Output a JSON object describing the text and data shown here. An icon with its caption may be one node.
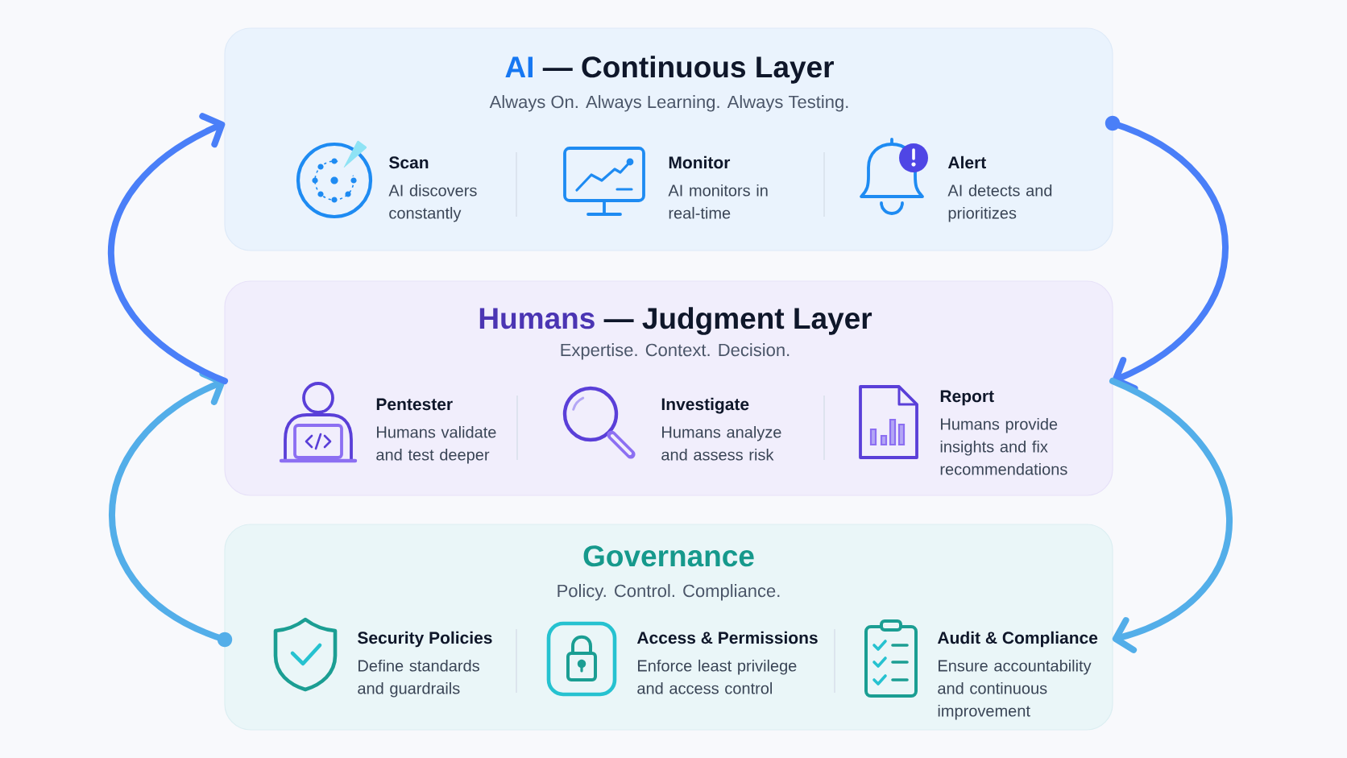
{
  "diagram": {
    "nodes": [
      {
        "text": [
          "AI — Continuous Layer",
          "Always On. Always Learning. Always Testing.",
          "Scan",
          "AI discovers constantly",
          "Monitor",
          "AI monitors in real-time",
          "Alert",
          "AI detects and prioritizes"
        ]
      },
      {
        "text": [
          "Humans — Judgment Layer",
          "Expertise. Context. Decision.",
          "Pentester",
          "Humans validate and test deeper",
          "Investigate",
          "Humans analyze and assess risk",
          "Report",
          "Humans provide insights and fix recommendations"
        ]
      },
      {
        "text": [
          "Governance",
          "Policy. Control. Compliance.",
          "Security Policies",
          "Define standards and guardrails",
          "Access & Permissions",
          "Enforce least privilege and access control",
          "Audit & Compliance",
          "Ensure accountability and continuous improvement"
        ]
      }
    ],
    "edges": [
      {
        "from": 0,
        "to": 1,
        "arrow": "to",
        "color": "#4a7ff8"
      },
      {
        "from": 1,
        "to": 2,
        "arrow": "to",
        "color": "#53aee9"
      },
      {
        "from": 2,
        "to": 1,
        "arrow": "to",
        "color": "#53aee9"
      },
      {
        "from": 1,
        "to": 0,
        "arrow": "to",
        "color": "#4a7ff8"
      }
    ]
  }
}
